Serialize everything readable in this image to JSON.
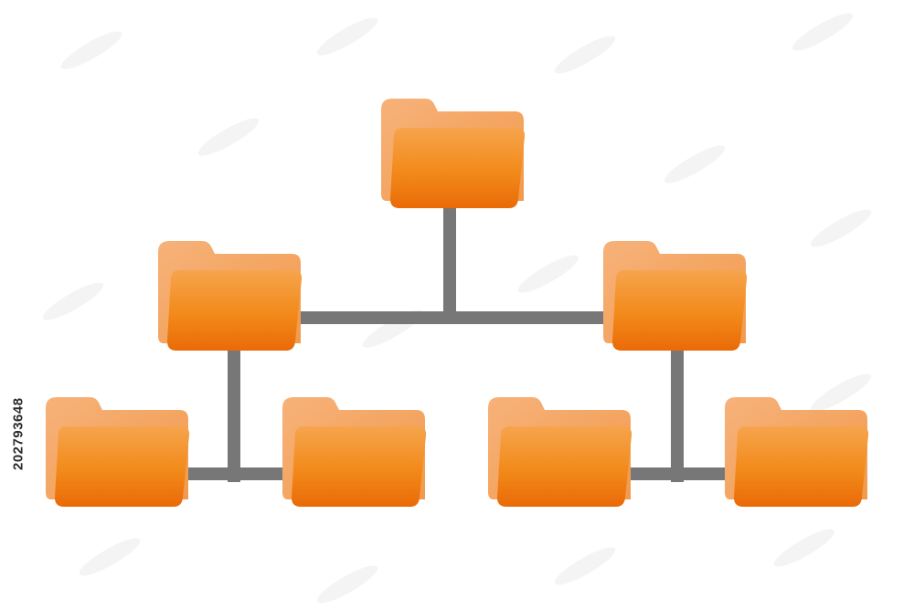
{
  "diagram": {
    "type": "folder-hierarchy",
    "nodes": [
      {
        "id": "root",
        "icon": "folder-icon",
        "level": 0,
        "children": [
          "left",
          "right"
        ]
      },
      {
        "id": "left",
        "icon": "folder-icon",
        "level": 1,
        "children": [
          "left-a",
          "left-b"
        ]
      },
      {
        "id": "right",
        "icon": "folder-icon",
        "level": 1,
        "children": [
          "right-a",
          "right-b"
        ]
      },
      {
        "id": "left-a",
        "icon": "folder-icon",
        "level": 2,
        "children": []
      },
      {
        "id": "left-b",
        "icon": "folder-icon",
        "level": 2,
        "children": []
      },
      {
        "id": "right-a",
        "icon": "folder-icon",
        "level": 2,
        "children": []
      },
      {
        "id": "right-b",
        "icon": "folder-icon",
        "level": 2,
        "children": []
      }
    ],
    "colors": {
      "folder_light": "#f6a052",
      "folder_mid": "#f08a1e",
      "folder_dark": "#e86a0a",
      "folder_back": "#f3a768",
      "connector": "#777777",
      "background": "#ffffff"
    }
  },
  "stock_id": "202793648"
}
